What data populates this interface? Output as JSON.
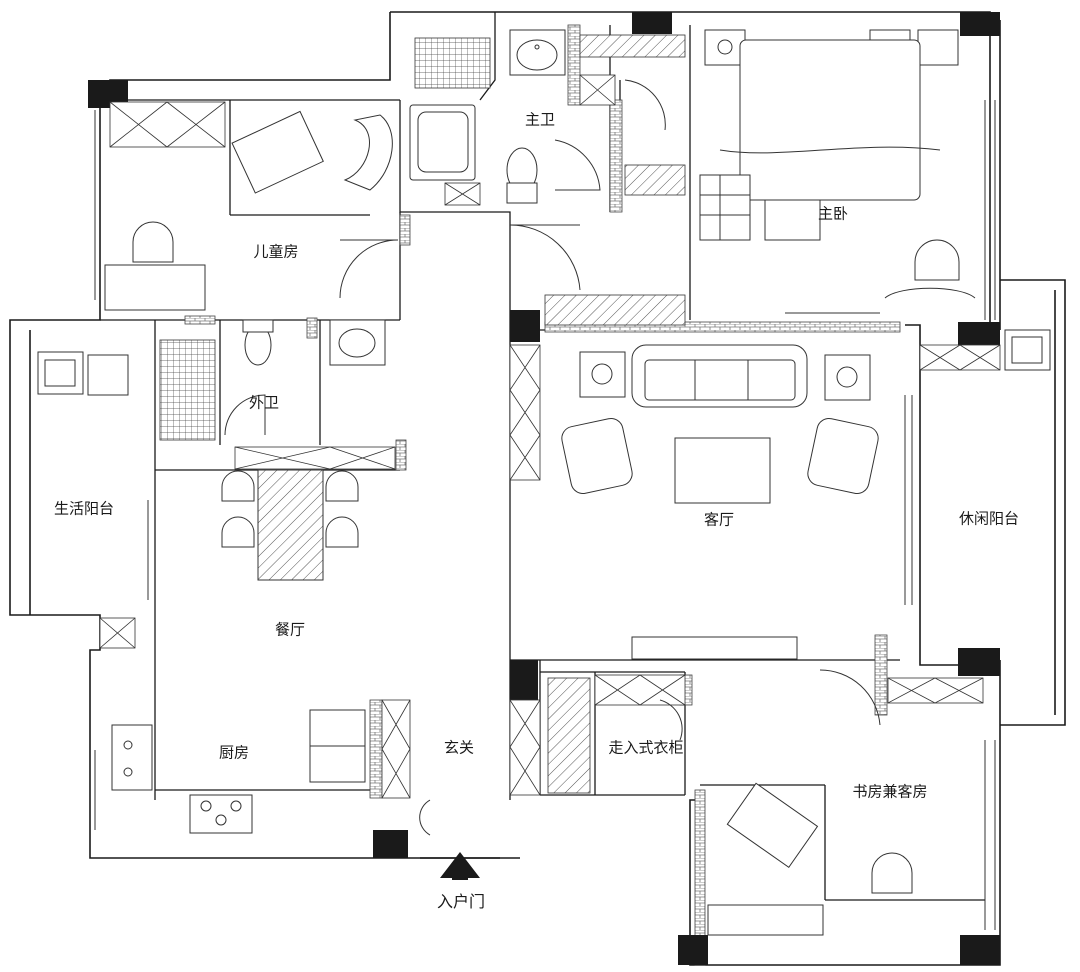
{
  "rooms": {
    "master_bath": "主卫",
    "master_bedroom": "主卧",
    "kids_room": "儿童房",
    "guest_bath": "外卫",
    "utility_balcony": "生活阳台",
    "living_room": "客厅",
    "leisure_balcony": "休闲阳台",
    "dining_room": "餐厅",
    "kitchen": "厨房",
    "foyer": "玄关",
    "walk_in_closet": "走入式衣柜",
    "study_guest_room": "书房兼客房"
  },
  "entrance": {
    "label": "入户门",
    "icon": "entry-arrow-icon"
  },
  "colors": {
    "wall": "#1a1a1a",
    "column": "#1a1a1a",
    "line": "#333333",
    "brick": "#777777"
  }
}
